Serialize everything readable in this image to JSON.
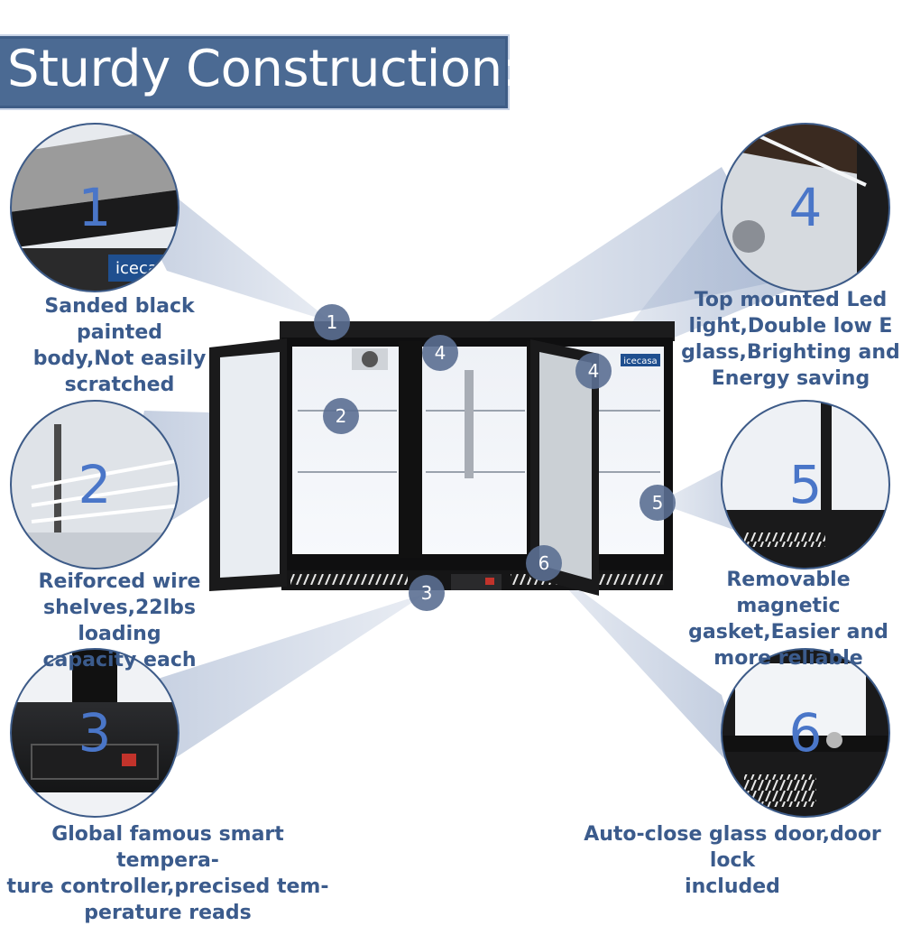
{
  "title": "Sturdy Construction:",
  "brand": "icecasa",
  "features": [
    {
      "number": "1",
      "caption": "Sanded black painted\nbody,Not easily\nscratched"
    },
    {
      "number": "2",
      "caption": "Reiforced wire\nshelves,22lbs loading\ncapacity each"
    },
    {
      "number": "3",
      "caption": "Global famous smart tempera-\nture controller,precised tem-\nperature reads"
    },
    {
      "number": "4",
      "caption": "Top mounted Led\nlight,Double low E\nglass,Brighting and\nEnergy saving"
    },
    {
      "number": "5",
      "caption": "Removable magnetic\ngasket,Easier and\nmore reliable"
    },
    {
      "number": "6",
      "caption": "Auto-close glass door,door lock\nincluded"
    }
  ],
  "markers": [
    "1",
    "2",
    "3",
    "4",
    "4",
    "5",
    "6"
  ],
  "colors": {
    "banner": "#4b6a93",
    "caption": "#3b5b8c",
    "marker": "#5b6f92",
    "number": "#4a76c8",
    "beam": "#a9b8d2"
  }
}
